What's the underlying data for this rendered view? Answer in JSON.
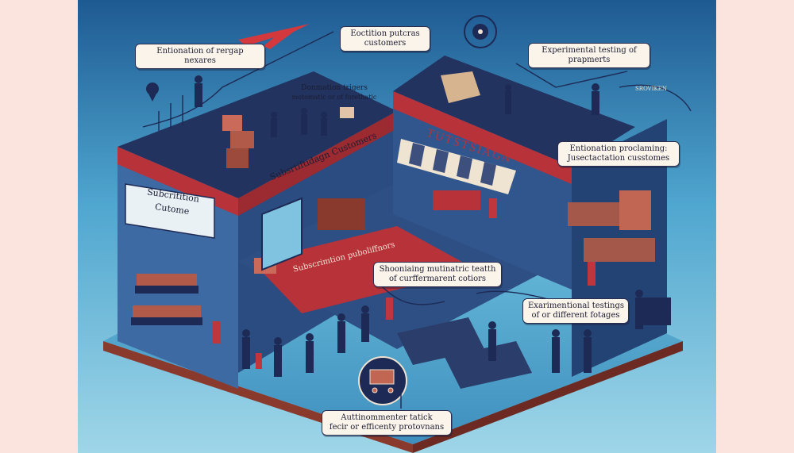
{
  "callouts": {
    "top_left": {
      "line1": "Entionation of rergap",
      "line2": "nexares"
    },
    "top_center": {
      "line1": "Eoctition putcras",
      "line2": "customers"
    },
    "top_right": {
      "line1": "Experimental testing of",
      "line2": "prapmerts"
    },
    "roof_left": {
      "line1": "Donmation trigers",
      "line2": "motomatic or of forethatic"
    },
    "right_mid": {
      "line1": "Entionation proclaming:",
      "line2": "Jusectactation cusstomes"
    },
    "center": {
      "line1": "Shooniaing mutinatric teatth",
      "line2": "of curffermarent cotiors"
    },
    "right_low": {
      "line1": "Exarimentional testings",
      "line2": "of or different fotages"
    },
    "bottom": {
      "line1": "Auttinommenter tatick",
      "line2": "fecir or efficenty protovnans"
    }
  },
  "signs": {
    "subscription_banner": "Subsrtiftidagn Customers",
    "left_wall_line1": "Subcritition",
    "left_wall_line2": "Cutome",
    "awning_sign": "Subscrimtion puboliffnors",
    "store_sign": "TUTSTSIAGN",
    "small_tag": "SROVIKEN"
  },
  "colors": {
    "background": "#fbe3de",
    "wall_blue": "#2d4f86",
    "floor_blue": "#5cb4d8",
    "brick_red": "#b8323a",
    "navy": "#1d2a55",
    "cream": "#fbf4ea"
  }
}
